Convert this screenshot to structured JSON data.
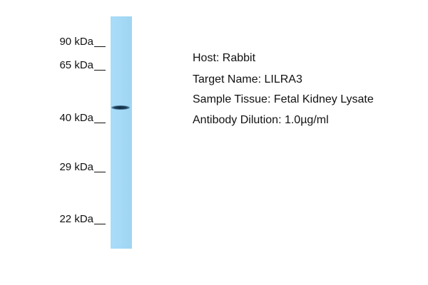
{
  "markers": [
    {
      "label": "90 kDa"
    },
    {
      "label": "65 kDa"
    },
    {
      "label": "40 kDa"
    },
    {
      "label": "29 kDa"
    },
    {
      "label": "22 kDa"
    }
  ],
  "info": {
    "host": "Host: Rabbit",
    "target": "Target Name: LILRA3",
    "tissue": "Sample Tissue: Fetal Kidney Lysate",
    "dilution": "Antibody Dilution: 1.0µg/ml"
  },
  "colors": {
    "lane": "#a6daf6",
    "band": "#1c3f5a",
    "text": "#111111"
  }
}
